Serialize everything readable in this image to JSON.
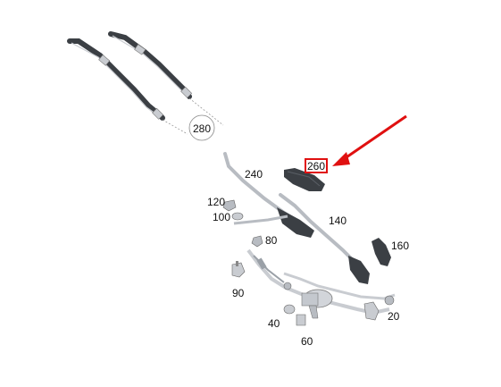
{
  "diagram": {
    "labels": {
      "p280": "280",
      "p260": "260",
      "p240": "240",
      "p140": "140",
      "p120": "120",
      "p100": "100",
      "p80": "80",
      "p160": "160",
      "p90": "90",
      "p40": "40",
      "p60": "60",
      "p20": "20"
    },
    "highlighted_part": "260",
    "colors": {
      "highlight": "#e01010",
      "arrow": "#e01010",
      "part_dark": "#3b3f44",
      "part_light": "#c9ccd1",
      "part_mid": "#9aa0a7"
    }
  }
}
